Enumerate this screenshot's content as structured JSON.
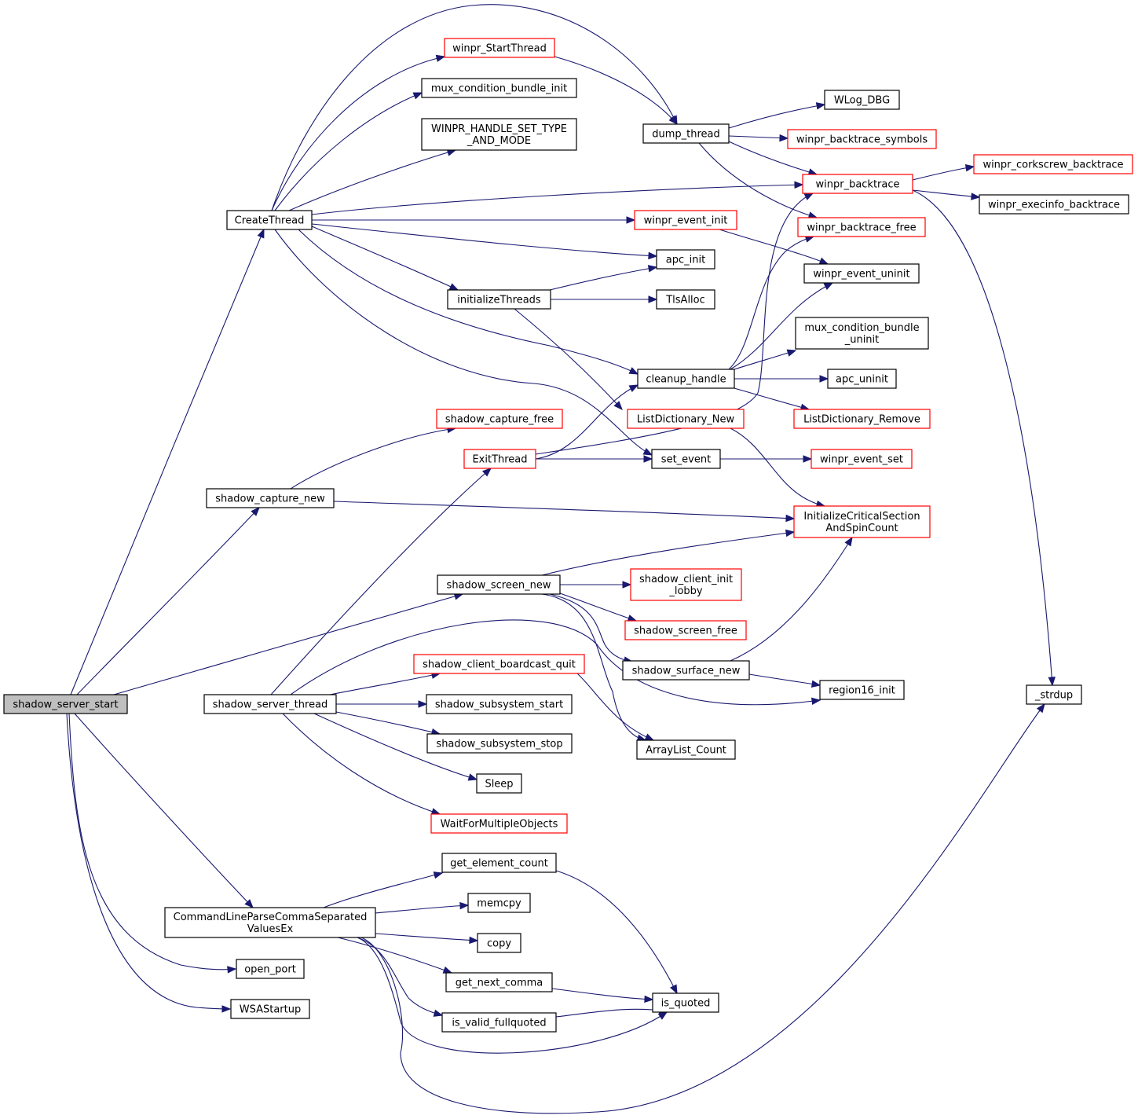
{
  "colors": {
    "edge": "#191970",
    "root_fill": "#bfbfbf",
    "node_fill": "#ffffff",
    "complete_border": "#000000",
    "truncated_border": "#ff0000",
    "text": "#000000"
  },
  "nodes": {
    "shadow_server_start": {
      "lines": [
        "shadow_server_start"
      ],
      "kind": "root"
    },
    "CreateThread": {
      "lines": [
        "CreateThread"
      ],
      "kind": "complete"
    },
    "shadow_capture_new": {
      "lines": [
        "shadow_capture_new"
      ],
      "kind": "complete"
    },
    "shadow_server_thread": {
      "lines": [
        "shadow_server_thread"
      ],
      "kind": "complete"
    },
    "CommandLineParse": {
      "lines": [
        "CommandLineParseCommaSeparated",
        "ValuesEx"
      ],
      "kind": "complete"
    },
    "open_port": {
      "lines": [
        "open_port"
      ],
      "kind": "complete"
    },
    "WSAStartup": {
      "lines": [
        "WSAStartup"
      ],
      "kind": "complete"
    },
    "winpr_StartThread": {
      "lines": [
        "winpr_StartThread"
      ],
      "kind": "truncated"
    },
    "mux_condition_bundle_init": {
      "lines": [
        "mux_condition_bundle_init"
      ],
      "kind": "complete"
    },
    "WINPR_HANDLE_SET_TYPE": {
      "lines": [
        "WINPR_HANDLE_SET_TYPE",
        "_AND_MODE"
      ],
      "kind": "complete"
    },
    "initializeThreads": {
      "lines": [
        "initializeThreads"
      ],
      "kind": "complete"
    },
    "shadow_capture_free": {
      "lines": [
        "shadow_capture_free"
      ],
      "kind": "truncated"
    },
    "ExitThread": {
      "lines": [
        "ExitThread"
      ],
      "kind": "truncated"
    },
    "shadow_screen_new": {
      "lines": [
        "shadow_screen_new"
      ],
      "kind": "complete"
    },
    "shadow_client_boardcast_quit": {
      "lines": [
        "shadow_client_boardcast_quit"
      ],
      "kind": "truncated"
    },
    "shadow_subsystem_start": {
      "lines": [
        "shadow_subsystem_start"
      ],
      "kind": "complete"
    },
    "shadow_subsystem_stop": {
      "lines": [
        "shadow_subsystem_stop"
      ],
      "kind": "complete"
    },
    "Sleep": {
      "lines": [
        "Sleep"
      ],
      "kind": "complete"
    },
    "WaitForMultipleObjects": {
      "lines": [
        "WaitForMultipleObjects"
      ],
      "kind": "truncated"
    },
    "get_element_count": {
      "lines": [
        "get_element_count"
      ],
      "kind": "complete"
    },
    "memcpy": {
      "lines": [
        "memcpy"
      ],
      "kind": "complete"
    },
    "copy": {
      "lines": [
        "copy"
      ],
      "kind": "complete"
    },
    "get_next_comma": {
      "lines": [
        "get_next_comma"
      ],
      "kind": "complete"
    },
    "is_valid_fullquoted": {
      "lines": [
        "is_valid_fullquoted"
      ],
      "kind": "complete"
    },
    "dump_thread": {
      "lines": [
        "dump_thread"
      ],
      "kind": "complete"
    },
    "winpr_event_init": {
      "lines": [
        "winpr_event_init"
      ],
      "kind": "truncated"
    },
    "apc_init": {
      "lines": [
        "apc_init"
      ],
      "kind": "complete"
    },
    "TlsAlloc": {
      "lines": [
        "TlsAlloc"
      ],
      "kind": "complete"
    },
    "cleanup_handle": {
      "lines": [
        "cleanup_handle"
      ],
      "kind": "complete"
    },
    "ListDictionary_New": {
      "lines": [
        "ListDictionary_New"
      ],
      "kind": "truncated"
    },
    "set_event": {
      "lines": [
        "set_event"
      ],
      "kind": "complete"
    },
    "shadow_client_init_lobby": {
      "lines": [
        "shadow_client_init",
        "_lobby"
      ],
      "kind": "truncated"
    },
    "shadow_screen_free": {
      "lines": [
        "shadow_screen_free"
      ],
      "kind": "truncated"
    },
    "shadow_surface_new": {
      "lines": [
        "shadow_surface_new"
      ],
      "kind": "complete"
    },
    "ArrayList_Count": {
      "lines": [
        "ArrayList_Count"
      ],
      "kind": "complete"
    },
    "is_quoted": {
      "lines": [
        "is_quoted"
      ],
      "kind": "complete"
    },
    "WLog_DBG": {
      "lines": [
        "WLog_DBG"
      ],
      "kind": "complete"
    },
    "winpr_backtrace_symbols": {
      "lines": [
        "winpr_backtrace_symbols"
      ],
      "kind": "truncated"
    },
    "winpr_backtrace": {
      "lines": [
        "winpr_backtrace"
      ],
      "kind": "truncated"
    },
    "winpr_backtrace_free": {
      "lines": [
        "winpr_backtrace_free"
      ],
      "kind": "truncated"
    },
    "winpr_event_uninit": {
      "lines": [
        "winpr_event_uninit"
      ],
      "kind": "complete"
    },
    "mux_condition_bundle_uninit": {
      "lines": [
        "mux_condition_bundle",
        "_uninit"
      ],
      "kind": "complete"
    },
    "apc_uninit": {
      "lines": [
        "apc_uninit"
      ],
      "kind": "complete"
    },
    "ListDictionary_Remove": {
      "lines": [
        "ListDictionary_Remove"
      ],
      "kind": "truncated"
    },
    "winpr_event_set": {
      "lines": [
        "winpr_event_set"
      ],
      "kind": "truncated"
    },
    "InitializeCriticalSection": {
      "lines": [
        "InitializeCriticalSection",
        "AndSpinCount"
      ],
      "kind": "truncated"
    },
    "region16_init": {
      "lines": [
        "region16_init"
      ],
      "kind": "complete"
    },
    "winpr_corkscrew_backtrace": {
      "lines": [
        "winpr_corkscrew_backtrace"
      ],
      "kind": "truncated"
    },
    "winpr_execinfo_backtrace": {
      "lines": [
        "winpr_execinfo_backtrace"
      ],
      "kind": "complete"
    },
    "_strdup": {
      "lines": [
        "_strdup"
      ],
      "kind": "complete"
    }
  },
  "edges": [
    [
      "shadow_server_start",
      "CreateThread"
    ],
    [
      "shadow_server_start",
      "shadow_capture_new"
    ],
    [
      "shadow_server_start",
      "shadow_screen_new"
    ],
    [
      "shadow_server_start",
      "shadow_server_thread"
    ],
    [
      "shadow_server_start",
      "CommandLineParse"
    ],
    [
      "shadow_server_start",
      "open_port"
    ],
    [
      "shadow_server_start",
      "WSAStartup"
    ],
    [
      "CreateThread",
      "winpr_StartThread"
    ],
    [
      "CreateThread",
      "mux_condition_bundle_init"
    ],
    [
      "CreateThread",
      "WINPR_HANDLE_SET_TYPE"
    ],
    [
      "CreateThread",
      "dump_thread"
    ],
    [
      "CreateThread",
      "winpr_backtrace"
    ],
    [
      "CreateThread",
      "winpr_event_init"
    ],
    [
      "CreateThread",
      "apc_init"
    ],
    [
      "CreateThread",
      "initializeThreads"
    ],
    [
      "CreateThread",
      "cleanup_handle"
    ],
    [
      "CreateThread",
      "set_event"
    ],
    [
      "winpr_StartThread",
      "dump_thread"
    ],
    [
      "dump_thread",
      "WLog_DBG"
    ],
    [
      "dump_thread",
      "winpr_backtrace_symbols"
    ],
    [
      "dump_thread",
      "winpr_backtrace"
    ],
    [
      "dump_thread",
      "winpr_backtrace_free"
    ],
    [
      "winpr_backtrace",
      "winpr_corkscrew_backtrace"
    ],
    [
      "winpr_backtrace",
      "winpr_execinfo_backtrace"
    ],
    [
      "winpr_backtrace",
      "_strdup"
    ],
    [
      "winpr_event_init",
      "winpr_event_uninit"
    ],
    [
      "initializeThreads",
      "apc_init"
    ],
    [
      "initializeThreads",
      "TlsAlloc"
    ],
    [
      "initializeThreads",
      "ListDictionary_New"
    ],
    [
      "cleanup_handle",
      "winpr_backtrace_free"
    ],
    [
      "cleanup_handle",
      "winpr_event_uninit"
    ],
    [
      "cleanup_handle",
      "mux_condition_bundle_uninit"
    ],
    [
      "cleanup_handle",
      "apc_uninit"
    ],
    [
      "cleanup_handle",
      "ListDictionary_Remove"
    ],
    [
      "ListDictionary_New",
      "InitializeCriticalSection"
    ],
    [
      "set_event",
      "winpr_event_set"
    ],
    [
      "ExitThread",
      "winpr_backtrace"
    ],
    [
      "ExitThread",
      "cleanup_handle"
    ],
    [
      "ExitThread",
      "set_event"
    ],
    [
      "shadow_capture_new",
      "shadow_capture_free"
    ],
    [
      "shadow_capture_new",
      "InitializeCriticalSection"
    ],
    [
      "shadow_screen_new",
      "InitializeCriticalSection"
    ],
    [
      "shadow_screen_new",
      "shadow_client_init_lobby"
    ],
    [
      "shadow_screen_new",
      "shadow_screen_free"
    ],
    [
      "shadow_screen_new",
      "shadow_surface_new"
    ],
    [
      "shadow_screen_new",
      "ArrayList_Count"
    ],
    [
      "shadow_surface_new",
      "InitializeCriticalSection"
    ],
    [
      "shadow_surface_new",
      "region16_init"
    ],
    [
      "shadow_server_thread",
      "ExitThread"
    ],
    [
      "shadow_server_thread",
      "region16_init"
    ],
    [
      "shadow_server_thread",
      "shadow_client_boardcast_quit"
    ],
    [
      "shadow_server_thread",
      "shadow_subsystem_start"
    ],
    [
      "shadow_server_thread",
      "shadow_subsystem_stop"
    ],
    [
      "shadow_server_thread",
      "Sleep"
    ],
    [
      "shadow_server_thread",
      "WaitForMultipleObjects"
    ],
    [
      "shadow_client_boardcast_quit",
      "ArrayList_Count"
    ],
    [
      "CommandLineParse",
      "get_element_count"
    ],
    [
      "CommandLineParse",
      "memcpy"
    ],
    [
      "CommandLineParse",
      "copy"
    ],
    [
      "CommandLineParse",
      "get_next_comma"
    ],
    [
      "CommandLineParse",
      "is_valid_fullquoted"
    ],
    [
      "CommandLineParse",
      "is_quoted"
    ],
    [
      "CommandLineParse",
      "_strdup"
    ],
    [
      "get_element_count",
      "is_quoted"
    ],
    [
      "get_next_comma",
      "is_quoted"
    ],
    [
      "is_valid_fullquoted",
      "is_quoted"
    ]
  ]
}
